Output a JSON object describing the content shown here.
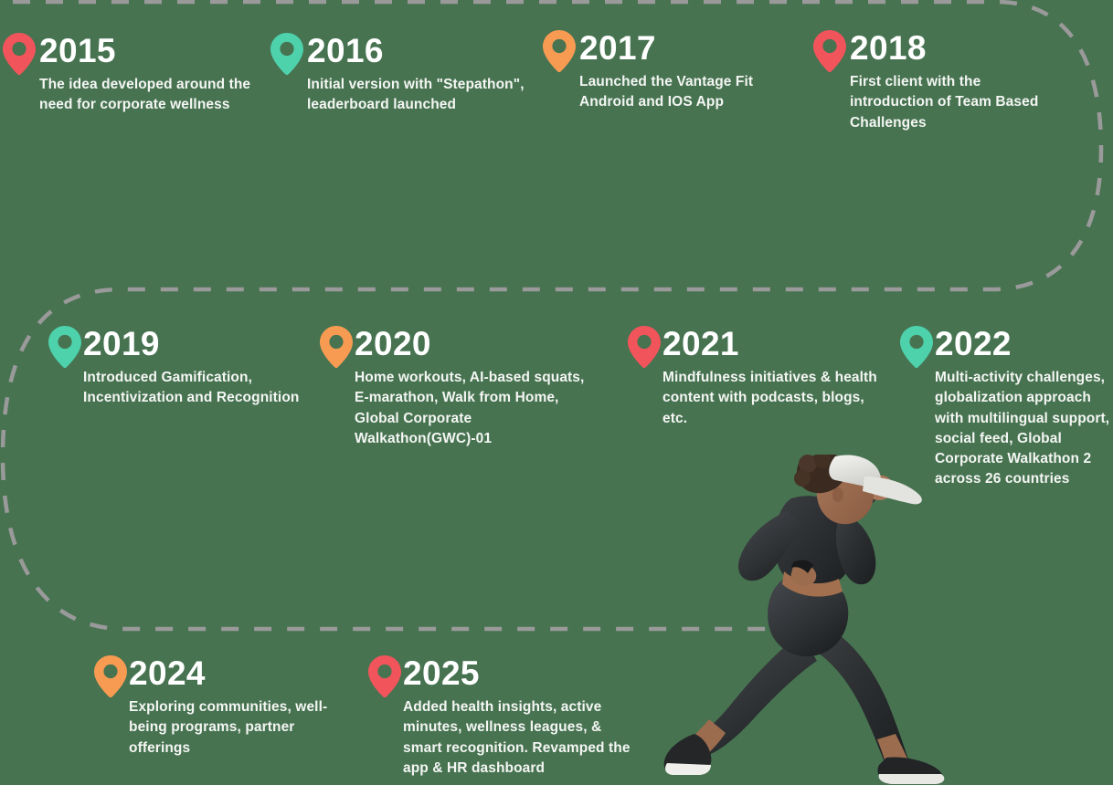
{
  "page": {
    "type": "company-milestone-timeline",
    "background_color": "#477351",
    "path_color": "#9A9A9A"
  },
  "palette": {
    "red": "#F2545B",
    "teal": "#4ED2AC",
    "orange": "#F89B52",
    "year_text": "#FFFFFF",
    "desc_text": "#F4F6F3"
  },
  "milestones": [
    {
      "year": "2015",
      "pin_color": "#F2545B",
      "pin_icon": "map-pin-icon",
      "description": "The idea developed around the need for corporate wellness"
    },
    {
      "year": "2016",
      "pin_color": "#4ED2AC",
      "pin_icon": "map-pin-icon",
      "description": "Initial version with \"Stepathon\", leaderboard launched"
    },
    {
      "year": "2017",
      "pin_color": "#F89B52",
      "pin_icon": "map-pin-icon",
      "description": "Launched the Vantage Fit Android and IOS App"
    },
    {
      "year": "2018",
      "pin_color": "#F2545B",
      "pin_icon": "map-pin-icon",
      "description": "First client with the introduction of Team Based Challenges"
    },
    {
      "year": "2019",
      "pin_color": "#4ED2AC",
      "pin_icon": "map-pin-icon",
      "description": "Introduced Gamification, Incentivization and Recognition"
    },
    {
      "year": "2020",
      "pin_color": "#F89B52",
      "pin_icon": "map-pin-icon",
      "description": "Home workouts, AI-based squats, E-marathon, Walk from Home, Global Corporate Walkathon(GWC)-01"
    },
    {
      "year": "2021",
      "pin_color": "#F2545B",
      "pin_icon": "map-pin-icon",
      "description": "Mindfulness initiatives & health content with podcasts, blogs, etc."
    },
    {
      "year": "2022",
      "pin_color": "#4ED2AC",
      "pin_icon": "map-pin-icon",
      "description": "Multi-activity challenges, globalization approach with multilingual support, social feed, Global Corporate Walkathon 2 across 26 countries"
    },
    {
      "year": "2024",
      "pin_color": "#F89B52",
      "pin_icon": "map-pin-icon",
      "description": "Exploring communities, well-being programs, partner offerings"
    },
    {
      "year": "2025",
      "pin_color": "#F2545B",
      "pin_icon": "map-pin-icon",
      "description": "Added health insights, active minutes, wellness leagues, & smart recognition. Revamped the app & HR dashboard"
    }
  ],
  "illustration": {
    "name": "running-woman-photo",
    "alt": "Woman running in black athletic wear with a white cap"
  }
}
